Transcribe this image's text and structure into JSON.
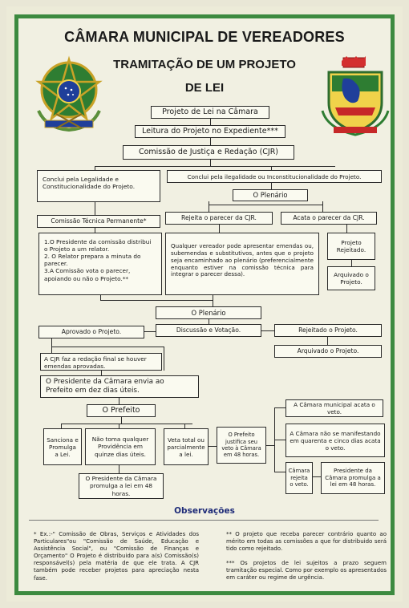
{
  "header": {
    "title": "CÂMARA MUNICIPAL DE VEREADORES",
    "subtitle_line1": "TRAMITAÇÃO DE UM PROJETO",
    "subtitle_line2": "DE LEI"
  },
  "flow": {
    "projeto": "Projeto de Lei na Câmara",
    "leitura": "Leitura do Projeto no Expediente***",
    "cjr": "Comissão de Justiça e Redação (CJR)",
    "conclui_legal": "Conclui pela Legalidade e Constitucionalidade do Projeto.",
    "conclui_ilegal": "Conclui pela ilegalidade ou Inconstitucionalidade do Projeto.",
    "plenario1": "O Plenário",
    "comissao_tecnica": "Comissão Técnica Permanente*",
    "rejeita_parecer": "Rejeita o parecer da CJR.",
    "acata_parecer": "Acata o parecer da CJR.",
    "steps": "1.O Presidente da comissão distribui o Projeto a um relator.\n2. O Relator prepara a minuta do parecer.\n3.A Comissão vota o parecer, apoiando ou não o Projeto.**",
    "emendas": "Qualquer vereador pode apresentar emendas ou, subemendas e substitutivos, antes que o projeto seja encaminhado ao plenário (preferencialmente enquanto estiver na comissão técnica para integrar o parecer dessa).",
    "projeto_rejeitado": "Projeto Rejeitado.",
    "arquivado1": "Arquivado o Projeto.",
    "plenario2": "O Plenário",
    "aprovado": "Aprovado o Projeto.",
    "discussao": "Discussão e Votação.",
    "rejeitado": "Rejeitado o Projeto.",
    "arquivado2": "Arquivado o Projeto.",
    "redacao_final": "A CJR faz a redação final se houver emendas aprovadas.",
    "envia_prefeito": "O Presidente da Câmara envia ao Prefeito em dez dias úteis.",
    "prefeito": "O Prefeito",
    "sanciona": "Sanciona e Promulga a Lei.",
    "nao_toma": "Não toma qualquer Providência em quinze dias úteis.",
    "veta": "Veta total ou parcialmente a lei.",
    "justifica": "O Prefeito justifica seu veto à Câmara em 48 horas.",
    "acata_veto": "A Câmara municipal acata o veto.",
    "nao_manifesta": "A Câmara não se manifestando em quarenta e cinco dias acata o veto.",
    "rejeita_veto": "Câmara rejeita o veto.",
    "promulga_presidente1": "O Presidente da Câmara promulga a lei em 48 horas.",
    "promulga_presidente2": "Presidente da Câmara promulga a lei em 48 horas."
  },
  "observacoes": {
    "title": "Observações",
    "left": "* Ex.:-\" Comissão de Obras, Serviços e Atividades dos Particulares\"ou \"Comissão de Saúde, Educação e Assistência Social\", ou \"Comissão de Finanças e Orçamento\" O Projeto é distribuido para a(s) Comissão(s) responsável(s) pela matéria de que ele trata. A CJR também pode receber projetos para apreciação nesta fase.",
    "right1": "** O projeto que receba parecer contrário quanto ao mérito em todas as comissões a que for distribuido será tido como rejeitado.",
    "right2": "*** Os projetos de lei sujeitos a prazo seguem tramitação especial. Como por exemplo os apresentados em caráter ou regime de urgência."
  },
  "colors": {
    "frame": "#3c8a3f",
    "obs_title": "#1e2b78",
    "background": "#f1f0e2"
  },
  "icons": [
    "brazil-coat-of-arms-icon",
    "municipal-coat-of-arms-icon"
  ]
}
